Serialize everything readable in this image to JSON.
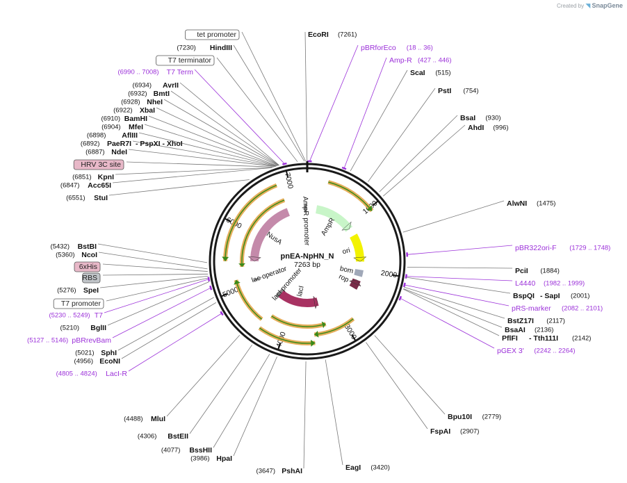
{
  "watermark": {
    "prefix": "Created by",
    "brand": "SnapGene",
    "icon": "snapgene-logo-icon"
  },
  "plasmid": {
    "name": "pnEA-NpHN_N",
    "length_label": "7263 bp",
    "length": 7263
  },
  "colors": {
    "backbone": "#1a1a1a",
    "primer": "#9b30d9",
    "orf_outline": "#e0a040",
    "orf_arrow": "#3a8a1a",
    "ampr": "#c8f5c8",
    "ori": "#f2f200",
    "nusa": "#c48aaa",
    "laci": "#a83262",
    "rop": "#7a2a48",
    "bom": "#a0a8b8",
    "his": "#e8b8c8",
    "rbs": "#c0c4c8"
  },
  "ticks": [
    {
      "label": "1000",
      "bp": 1000
    },
    {
      "label": "2000",
      "bp": 2000
    },
    {
      "label": "3000",
      "bp": 3000
    },
    {
      "label": "4000",
      "bp": 4000
    },
    {
      "label": "5000",
      "bp": 5000
    },
    {
      "label": "6000",
      "bp": 6000
    },
    {
      "label": "7000",
      "bp": 7000
    }
  ],
  "labels": [
    {
      "id": "tet-promoter",
      "kind": "box",
      "name": "tet promoter",
      "pos": "",
      "bp": 7245,
      "box_fill": "#ffffff"
    },
    {
      "id": "ecori",
      "kind": "site",
      "name": "EcoRI",
      "pos": "(7261)",
      "bp": 7261
    },
    {
      "id": "hindiii",
      "kind": "site",
      "name": "HindIII",
      "pos": "(7230)",
      "bp": 7230
    },
    {
      "id": "pbrforeco",
      "kind": "primer",
      "name": "pBRforEco",
      "pos": "(18 .. 36)",
      "bp": 27
    },
    {
      "id": "t7-terminator",
      "kind": "box",
      "name": "T7 terminator",
      "pos": "",
      "bp": 7150,
      "box_fill": "#ffffff"
    },
    {
      "id": "amp-r",
      "kind": "primer",
      "name": "Amp-R",
      "pos": "(427 .. 446)",
      "bp": 436
    },
    {
      "id": "t7-term",
      "kind": "primer",
      "name": "T7 Term",
      "pos": "(6990 .. 7008)",
      "bp": 6999
    },
    {
      "id": "scai",
      "kind": "site",
      "name": "ScaI",
      "pos": "(515)",
      "bp": 515
    },
    {
      "id": "avrii",
      "kind": "site",
      "name": "AvrII",
      "pos": "(6934)",
      "bp": 6934
    },
    {
      "id": "bmti",
      "kind": "site",
      "name": "BmtI",
      "pos": "(6932)",
      "bp": 6932
    },
    {
      "id": "psti",
      "kind": "site",
      "name": "PstI",
      "pos": "(754)",
      "bp": 754
    },
    {
      "id": "nhei",
      "kind": "site",
      "name": "NheI",
      "pos": "(6928)",
      "bp": 6928
    },
    {
      "id": "xbai",
      "kind": "site",
      "name": "XbaI",
      "pos": "(6922)",
      "bp": 6922
    },
    {
      "id": "bamhi",
      "kind": "site",
      "name": "BamHI",
      "pos": "(6910)",
      "bp": 6910
    },
    {
      "id": "bsai",
      "kind": "site",
      "name": "BsaI",
      "pos": "(930)",
      "bp": 930
    },
    {
      "id": "mfei",
      "kind": "site",
      "name": "MfeI",
      "pos": "(6904)",
      "bp": 6904
    },
    {
      "id": "ahdi",
      "kind": "site",
      "name": "AhdI",
      "pos": "(996)",
      "bp": 996
    },
    {
      "id": "afliii",
      "kind": "site",
      "name": "AflIII",
      "pos": "(6898)",
      "bp": 6898
    },
    {
      "id": "paer7i",
      "kind": "site",
      "name": "PaeR7I",
      "extra": "- PspXI   - XhoI",
      "pos": "(6892)",
      "bp": 6892
    },
    {
      "id": "ndei",
      "kind": "site",
      "name": "NdeI",
      "pos": "(6887)",
      "bp": 6887
    },
    {
      "id": "hrv-3c-site",
      "kind": "box",
      "name": "HRV 3C site",
      "pos": "",
      "bp": 6870,
      "box_fill": "#e8b8c8"
    },
    {
      "id": "kpni",
      "kind": "site",
      "name": "KpnI",
      "pos": "(6851)",
      "bp": 6851
    },
    {
      "id": "acc65i",
      "kind": "site",
      "name": "Acc65I",
      "pos": "(6847)",
      "bp": 6847
    },
    {
      "id": "stui",
      "kind": "site",
      "name": "StuI",
      "pos": "(6551)",
      "bp": 6551
    },
    {
      "id": "alwni",
      "kind": "site",
      "name": "AlwNI",
      "pos": "(1475)",
      "bp": 1475
    },
    {
      "id": "pbr322ori-f",
      "kind": "primer",
      "name": "pBR322ori-F",
      "pos": "(1729 .. 1748)",
      "bp": 1738
    },
    {
      "id": "bstbi",
      "kind": "site",
      "name": "BstBI",
      "pos": "(5432)",
      "bp": 5432
    },
    {
      "id": "ncoi",
      "kind": "site",
      "name": "NcoI",
      "pos": "(5360)",
      "bp": 5360
    },
    {
      "id": "pcii",
      "kind": "site",
      "name": "PciI",
      "pos": "(1884)",
      "bp": 1884
    },
    {
      "id": "6xhis",
      "kind": "box",
      "name": "6xHis",
      "pos": "",
      "bp": 5330,
      "box_fill": "#e8b8c8"
    },
    {
      "id": "l4440",
      "kind": "primer",
      "name": "L4440",
      "pos": "(1982 .. 1999)",
      "bp": 1990
    },
    {
      "id": "rbs",
      "kind": "box",
      "name": "RBS",
      "pos": "",
      "bp": 5300,
      "box_fill": "#c0c4c8"
    },
    {
      "id": "bspqi",
      "kind": "site",
      "name": "BspQI",
      "extra": "- SapI",
      "pos": "(2001)",
      "bp": 2001
    },
    {
      "id": "spei",
      "kind": "site",
      "name": "SpeI",
      "pos": "(5276)",
      "bp": 5276
    },
    {
      "id": "t7-promoter",
      "kind": "box",
      "name": "T7 promoter",
      "pos": "",
      "bp": 5255,
      "box_fill": "#ffffff"
    },
    {
      "id": "prs-marker",
      "kind": "primer",
      "name": "pRS-marker",
      "pos": "(2082 .. 2101)",
      "bp": 2091
    },
    {
      "id": "t7",
      "kind": "primer",
      "name": "T7",
      "pos": "(5230 .. 5249)",
      "bp": 5240
    },
    {
      "id": "bstz17i",
      "kind": "site",
      "name": "BstZ17I",
      "pos": "(2117)",
      "bp": 2117
    },
    {
      "id": "bglii",
      "kind": "site",
      "name": "BglII",
      "pos": "(5210)",
      "bp": 5210
    },
    {
      "id": "bsaai",
      "kind": "site",
      "name": "BsaAI",
      "pos": "(2136)",
      "bp": 2136
    },
    {
      "id": "pflfi",
      "kind": "site",
      "name": "PflFI",
      "extra": "- Tth111I",
      "pos": "(2142)",
      "bp": 2142
    },
    {
      "id": "pbrrevbam",
      "kind": "primer",
      "name": "pBRrevBam",
      "pos": "(5127 .. 5146)",
      "bp": 5137
    },
    {
      "id": "pgex-3",
      "kind": "primer",
      "name": "pGEX 3'",
      "pos": "(2242 .. 2264)",
      "bp": 2253
    },
    {
      "id": "sphi",
      "kind": "site",
      "name": "SphI",
      "pos": "(5021)",
      "bp": 5021
    },
    {
      "id": "econi",
      "kind": "site",
      "name": "EcoNI",
      "pos": "(4956)",
      "bp": 4956
    },
    {
      "id": "laci-r",
      "kind": "primer",
      "name": "LacI-R",
      "pos": "(4805 .. 4824)",
      "bp": 4815
    },
    {
      "id": "mlui",
      "kind": "site",
      "name": "MluI",
      "pos": "(4488)",
      "bp": 4488
    },
    {
      "id": "bpu10i",
      "kind": "site",
      "name": "Bpu10I",
      "pos": "(2779)",
      "bp": 2779
    },
    {
      "id": "bsteii",
      "kind": "site",
      "name": "BstEII",
      "pos": "(4306)",
      "bp": 4306
    },
    {
      "id": "fspai",
      "kind": "site",
      "name": "FspAI",
      "pos": "(2907)",
      "bp": 2907
    },
    {
      "id": "bsshii",
      "kind": "site",
      "name": "BssHII",
      "pos": "(4077)",
      "bp": 4077
    },
    {
      "id": "hpai",
      "kind": "site",
      "name": "HpaI",
      "pos": "(3986)",
      "bp": 3986
    },
    {
      "id": "eagi",
      "kind": "site",
      "name": "EagI",
      "pos": "(3420)",
      "bp": 3420
    },
    {
      "id": "pshai",
      "kind": "site",
      "name": "PshAI",
      "pos": "(3647)",
      "bp": 3647
    }
  ],
  "features": [
    {
      "id": "ampr",
      "name": "AmpR",
      "kind": "arrow",
      "start": 200,
      "end": 1060,
      "ring": "inner1",
      "strand": 1
    },
    {
      "id": "ori",
      "name": "ori",
      "kind": "arrow",
      "start": 1230,
      "end": 1820,
      "ring": "inner1",
      "strand": 1
    },
    {
      "id": "bom",
      "name": "bom",
      "kind": "block",
      "start": 2000,
      "end": 2140,
      "ring": "inner1"
    },
    {
      "id": "rop",
      "name": "rop",
      "kind": "arrow",
      "start": 2230,
      "end": 2420,
      "ring": "inner1",
      "strand": -1
    },
    {
      "id": "laci",
      "name": "lacI",
      "kind": "arrow",
      "start": 3340,
      "end": 4420,
      "ring": "inner2",
      "strand": -1
    },
    {
      "id": "lacI-promoter",
      "name": "lacI promoter",
      "kind": "block",
      "start": 4420,
      "end": 4500,
      "ring": "inner2"
    },
    {
      "id": "lac-operator",
      "name": "lac operator",
      "kind": "block",
      "start": 5040,
      "end": 5070,
      "ring": "inner1"
    },
    {
      "id": "nusa",
      "name": "NusA",
      "kind": "arrow",
      "start": 5450,
      "end": 6840,
      "ring": "inner1",
      "strand": -1
    },
    {
      "id": "ampr-promoter",
      "name": "AmpR promoter",
      "kind": "block",
      "start": 7200,
      "end": 7250,
      "ring": "inner1"
    }
  ],
  "orfs": [
    {
      "id": "orf-1",
      "start": 300,
      "end": 1050,
      "strand": 1
    },
    {
      "id": "orf-2",
      "start": 2850,
      "end": 3520,
      "strand": 1
    },
    {
      "id": "orf-3",
      "start": 3300,
      "end": 4300,
      "strand": -1
    },
    {
      "id": "orf-4",
      "start": 3520,
      "end": 4350,
      "strand": -1
    },
    {
      "id": "orf-5",
      "start": 4400,
      "end": 5150,
      "strand": 1
    },
    {
      "id": "orf-6",
      "start": 5350,
      "end": 6850,
      "strand": -1
    },
    {
      "id": "orf-7",
      "start": 5450,
      "end": 6820,
      "strand": -1
    }
  ]
}
